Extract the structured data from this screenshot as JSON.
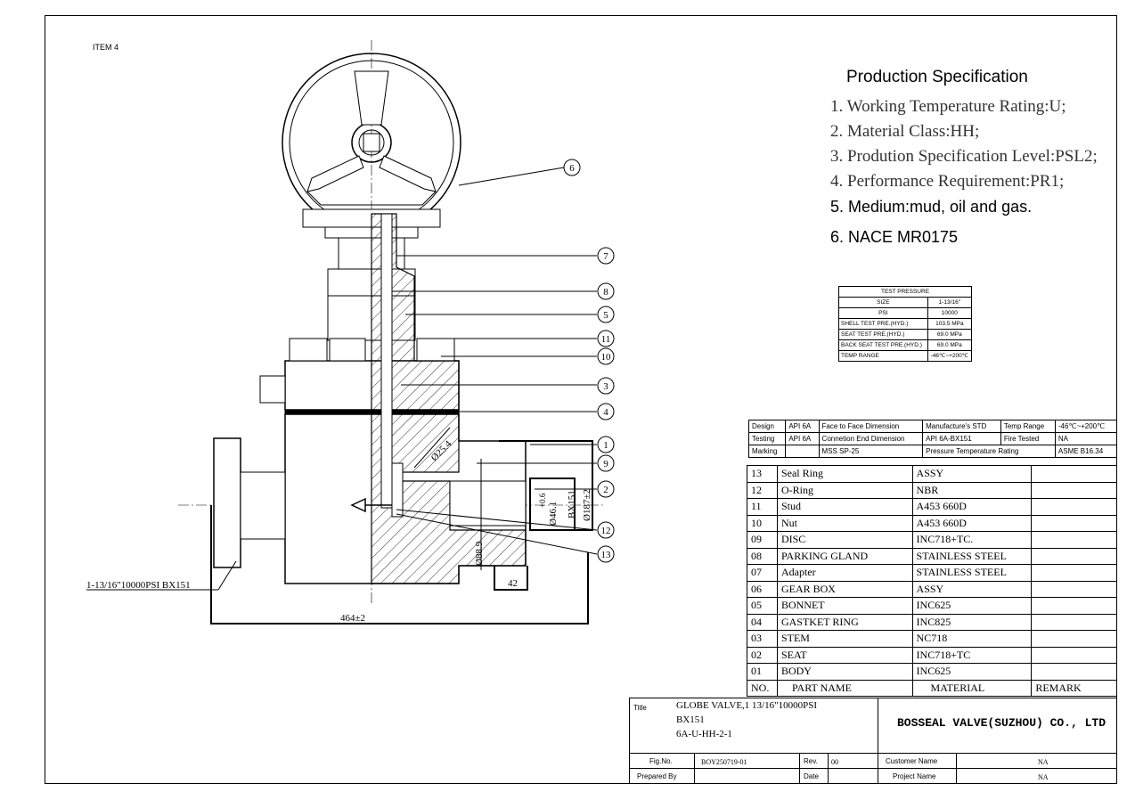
{
  "item_label": "ITEM 4",
  "callouts": [
    "1",
    "2",
    "3",
    "4",
    "5",
    "6",
    "7",
    "8",
    "9",
    "10",
    "11",
    "12",
    "13"
  ],
  "dimensions": {
    "connection_label": "1-13/16\"10000PSI BX151",
    "overall_length": "464±2",
    "seal_dia": "Ø25.4",
    "ring_groove": "BX151",
    "od": "Ø187±2",
    "bore": "Ø46.1",
    "tol": "+0.6",
    "body_dia": "Ø88.9",
    "flange_thk": "42"
  },
  "spec": {
    "title": "Production Specification",
    "items": [
      "1. Working Temperature Rating:U;",
      "2. Material Class:HH;",
      "3. Prodution Specification Level:PSL2;",
      "4. Performance Requirement:PR1;",
      "5. Medium:mud, oil and gas.",
      "6. NACE MR0175"
    ]
  },
  "test_pressure": {
    "title": "TEST PRESSURE",
    "rows": [
      [
        "SIZE",
        "1-13/16\""
      ],
      [
        "PSI",
        "10000"
      ],
      [
        "SHELL TEST PRE.(HYD.)",
        "103.5 MPa"
      ],
      [
        "SEAT TEST PRE.(HYD.)",
        "69.0 MPa"
      ],
      [
        "BACK SEAT TEST PRE.(HYD.)",
        "69.0 MPa"
      ],
      [
        "TEMP RANGE",
        "-46℃~+200℃"
      ]
    ]
  },
  "design_table": {
    "r1": [
      "Design",
      "API 6A",
      "Face to Face Dimension",
      "Manufacture's STD",
      "Temp Range",
      "-46℃~+200℃"
    ],
    "r2": [
      "Testing",
      "API 6A",
      "Connetion End Dimension",
      "API 6A-BX151",
      "Fire Tested",
      "NA"
    ],
    "r3": [
      "Marking",
      "",
      "MSS SP-25",
      "Pressure Temperature Rating",
      "ASME B16.34"
    ]
  },
  "bom": {
    "rows": [
      [
        "13",
        "Seal Ring",
        "ASSY"
      ],
      [
        "12",
        "O-Ring",
        "NBR"
      ],
      [
        "11",
        "Stud",
        "A453 660D"
      ],
      [
        "10",
        "Nut",
        "A453 660D"
      ],
      [
        "09",
        "DISC",
        "INC718+TC."
      ],
      [
        "08",
        "PARKING GLAND",
        "STAINLESS STEEL"
      ],
      [
        "07",
        "Adapter",
        "STAINLESS STEEL"
      ],
      [
        "06",
        "GEAR BOX",
        "ASSY"
      ],
      [
        "05",
        "BONNET",
        "INC625"
      ],
      [
        "04",
        "GASTKET RING",
        "INC825"
      ],
      [
        "03",
        "STEM",
        "NC718"
      ],
      [
        "02",
        "SEAT",
        "INC718+TC"
      ],
      [
        "01",
        "BODY",
        "INC625"
      ]
    ],
    "header": [
      "NO.",
      "PART NAME",
      "MATERIAL",
      "REMARK"
    ]
  },
  "title_block": {
    "title_label": "Title",
    "title_lines": [
      "GLOBE VALVE,1 13/16\"10000PSI",
      "BX151",
      "6A-U-HH-2-1"
    ],
    "company": "BOSSEAL VALVE(SUZHOU) CO., LTD",
    "fig_label": "Fig.No.",
    "fig_value": "BOY250719-01",
    "rev_label": "Rev.",
    "rev_value": "00",
    "prepared_label": "Prepared By",
    "date_label": "Date",
    "customer_label": "Customer Name",
    "customer_value": "NA",
    "project_label": "Project Name",
    "project_value": "NA"
  }
}
